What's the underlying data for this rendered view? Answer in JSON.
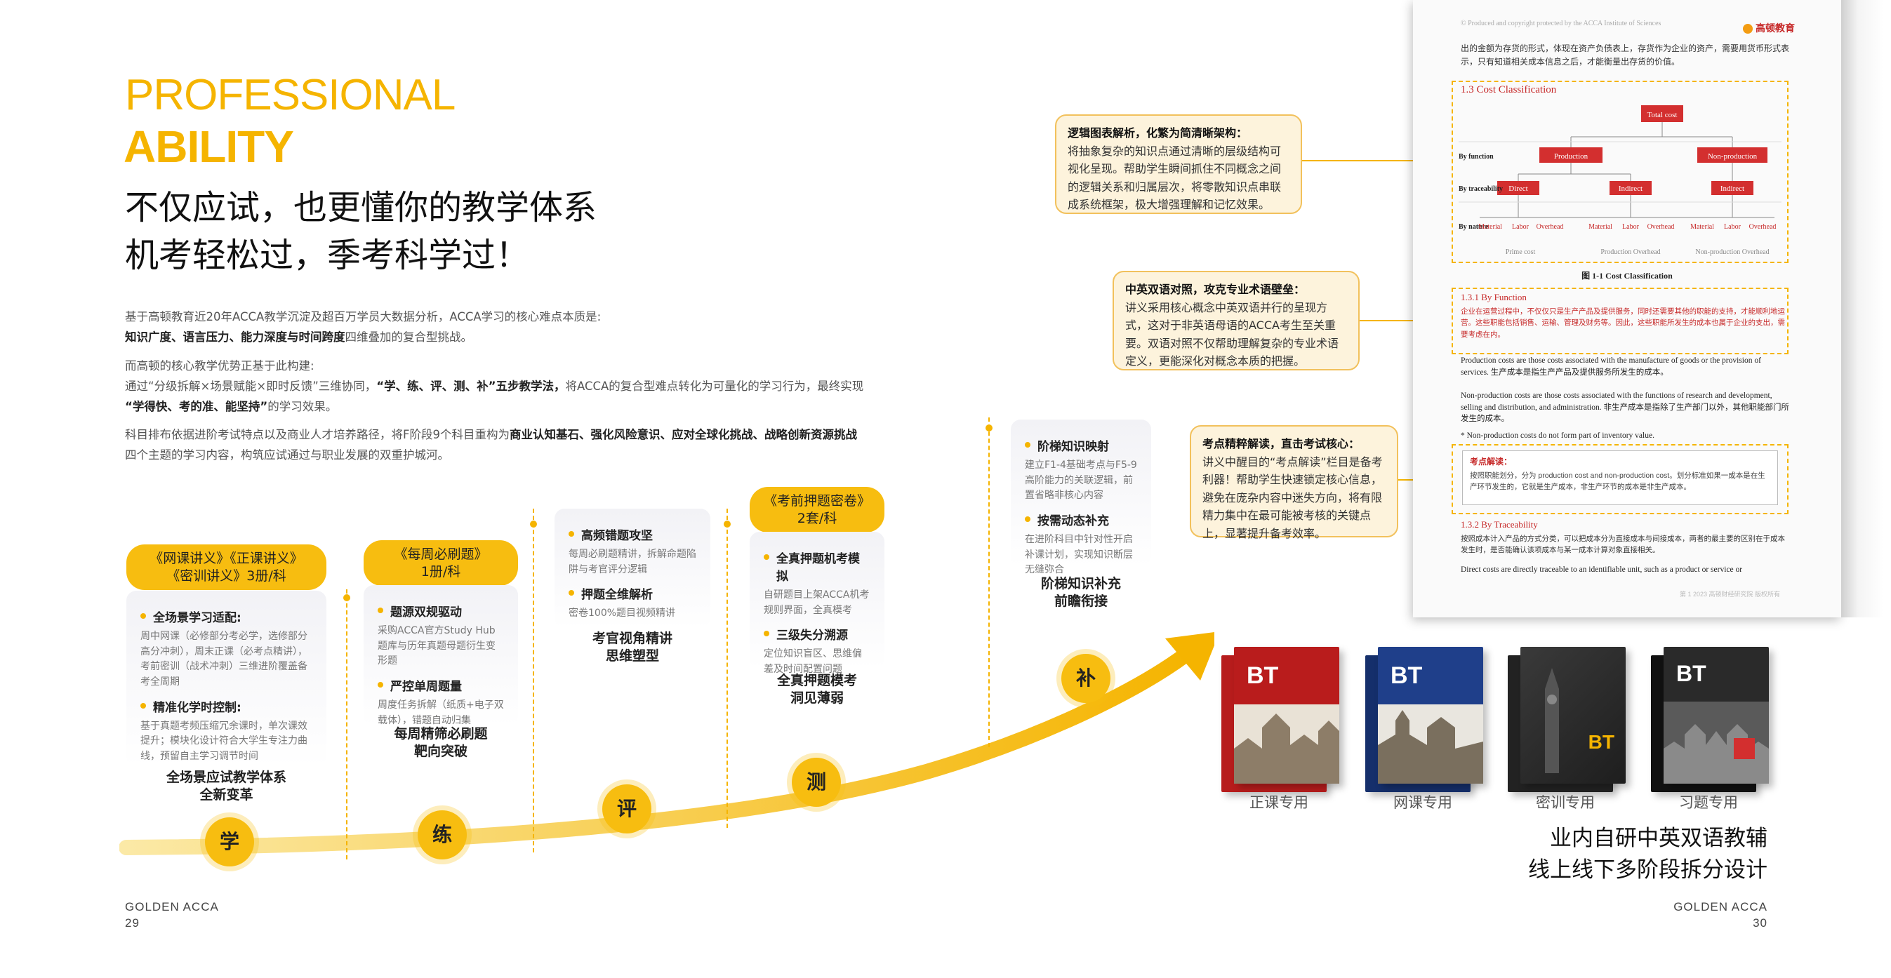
{
  "left": {
    "eyebrow_en_1": "PROFESSIONAL",
    "eyebrow_en_2": "ABILITY",
    "title_line_1": "不仅应试，也更懂你的教学体系",
    "title_line_2": "机考轻松过，季考科学过！",
    "p1_a": "基于高顿教育近20年ACCA教学沉淀及超百万学员大数据分析，ACCA学习的核心难点本质是:",
    "p1_b_bold": "知识广度、语言压力、能力深度与时间跨度",
    "p1_b_rest": "四维叠加的复合型挑战。",
    "p2_a": "而高顿的核心教学优势正基于此构建:",
    "p2_b_pre": "通过“分级拆解×场景赋能×即时反馈”三维协同，",
    "p2_b_bold": "“学、练、评、测、补”五步教学法，",
    "p2_b_rest": "将ACCA的复合型难点转化为可量化的学习行为，最终实现",
    "p2_c_bold": "“学得快、考的准、能坚持”",
    "p2_c_rest": "的学习效果。",
    "p3_a": "科目排布依据进阶考试特点以及商业人才培养路径，将F阶段9个科目重构为",
    "p3_a_bold": "商业认知基石、强化风险意识、应对全球化挑战、战略创新资源挑战",
    "p3_b": "四个主题的学习内容，构筑应试通过与职业发展的双重护城河。"
  },
  "steps": [
    {
      "circle": "学",
      "tag": [
        "《网课讲义》《正课讲义》",
        "《密训讲义》3册/科"
      ],
      "items": [
        {
          "title": "全场景学习适配:",
          "desc": "周中网课（必修部分考必学，选修部分高分冲刺），周末正课（必考点精讲），考前密训（战术冲刺）三维进阶覆盖备考全周期"
        },
        {
          "title": "精准化学时控制:",
          "desc": "基于真题考频压缩冗余课时，单次课效提升；模块化设计符合大学生专注力曲线，预留自主学习调节时间"
        }
      ],
      "caption": [
        "全场景应试教学体系",
        "全新变革"
      ]
    },
    {
      "circle": "练",
      "tag": [
        "《每周必刷题》",
        "1册/科"
      ],
      "items": [
        {
          "title": "题源双规驱动",
          "desc": "采购ACCA官方Study Hub题库与历年真题母题衍生变形题"
        },
        {
          "title": "严控单周题量",
          "desc": "周度任务拆解（纸质+电子双载体），错题自动归集"
        }
      ],
      "caption": [
        "每周精筛必刷题",
        "靶向突破"
      ]
    },
    {
      "circle": "评",
      "tag": [],
      "items": [
        {
          "title": "高频错题攻坚",
          "desc": "每周必刷题精讲，拆解命题陷阱与考官评分逻辑"
        },
        {
          "title": "押题全维解析",
          "desc": "密卷100%题目视频精讲"
        }
      ],
      "caption": [
        "考官视角精讲",
        "思维塑型"
      ]
    },
    {
      "circle": "测",
      "tag": [
        "《考前押题密卷》",
        "2套/科"
      ],
      "items": [
        {
          "title": "全真押题机考模拟",
          "desc": "自研题目上架ACCA机考规则界面，全真模考"
        },
        {
          "title": "三级失分溯源",
          "desc": "定位知识盲区、思维偏差及时间配置问题"
        }
      ],
      "caption": [
        "全真押题模考",
        "洞见薄弱"
      ]
    },
    {
      "circle": "补",
      "tag": [],
      "items": [
        {
          "title": "阶梯知识映射",
          "desc": "建立F1-4基础考点与F5-9高阶能力的关联逻辑，前置省略非核心内容"
        },
        {
          "title": "按需动态补充",
          "desc": "在进阶科目中针对性开启补课计划，实现知识断层无缝弥合"
        }
      ],
      "caption": [
        "阶梯知识补充",
        "前瞻衔接"
      ]
    }
  ],
  "callouts": [
    {
      "title": "逻辑图表解析，化繁为简清晰架构：",
      "body": "将抽象复杂的知识点通过清晰的层级结构可视化呈现。帮助学生瞬间抓住不同概念之间的逻辑关系和归属层次，将零散知识点串联成系统框架，极大增强理解和记忆效果。"
    },
    {
      "title": "中英双语对照，攻克专业术语壁垒：",
      "body": "讲义采用核心概念中英双语并行的呈现方式，这对于非英语母语的ACCA考生至关重要。双语对照不仅帮助理解复杂的专业术语定义，更能深化对概念本质的把握。"
    },
    {
      "title": "考点精粹解读，直击考试核心：",
      "body": "讲义中醒目的“考点解读”栏目是备考利器！帮助学生快速锁定核心信息，避免在庞杂内容中迷失方向，将有限精力集中在最可能被考核的关键点上，显著提升备考效率。"
    }
  ],
  "book_page": {
    "header": "© Produced and copyright protected by the ACCA Institute of Sciences",
    "brand": "高顿教育",
    "intro": "出的金额为存货的形式，体现在资产负债表上，存货作为企业的资产，需要用货币形式表示，只有知道相关成本信息之后，才能衡量出存货的价值。",
    "section": "1.3 Cost Classification",
    "diagram": {
      "root": "Total cost",
      "row_labels": [
        "By function",
        "By traceability",
        "By nature"
      ],
      "level2": [
        "Production",
        "Non-production"
      ],
      "level3": [
        "Direct",
        "Indirect",
        "Indirect"
      ],
      "nature": [
        "Material",
        "Labor",
        "Overhead",
        "Material",
        "Labor",
        "Overhead",
        "Material",
        "Labor",
        "Overhead"
      ],
      "bottom": [
        "Prime cost",
        "Production Overhead",
        "Non-production Overhead"
      ],
      "caption": "图 1-1 Cost Classification"
    },
    "sub1": "1.3.1 By Function",
    "sub1_cn": "企业在运营过程中，不仅仅只是生产产品及提供服务，同时还需要其他的职能的支持，才能顺利地运营。这些职能包括销售、运输、管理及财务等。因此，这些职能所发生的成本也属于企业的支出，需要考虑在内。",
    "prod_en": "Production costs are those costs associated with the manufacture of goods or the provision of services. 生产成本是指生产产品及提供服务所发生的成本。",
    "nonprod_en": "Non-production costs are those costs associated with the functions of research and development, selling and distribution, and administration. 非生产成本是指除了生产部门以外，其他职能部门所发生的成本。",
    "note_en": "* Non-production costs do not form part of inventory value.",
    "box_title": "考点解读：",
    "box_body": "按照职能划分，分为 production cost and non-production cost。划分标准如果一成本是在生产环节发生的，它就是生产成本，非生产环节的成本是非生产成本。",
    "sub2": "1.3.2 By Traceability",
    "sub2_cn": "按照成本计入产品的方式分类，可以把成本分为直接成本与间接成本，两者的最主要的区别在于成本发生时，是否能确认该项成本与某一成本计算对象直接相关。",
    "direct_en": "Direct costs are directly traceable to an identifiable unit, such as a product or service or",
    "footer": "第 1 2023 高顿财经研究院 版权所有"
  },
  "books": [
    {
      "label": "正课专用",
      "color": "#c62828",
      "brand": "BT",
      "dark": false
    },
    {
      "label": "网课专用",
      "color": "#1f3f8a",
      "brand": "BT",
      "dark": false
    },
    {
      "label": "密训专用",
      "color": "#333333",
      "brand": "BT",
      "dark": true
    },
    {
      "label": "习题专用",
      "color": "#1a1a1a",
      "brand": "BT",
      "dark": true
    }
  ],
  "right_slogan": [
    "业内自研中英双语教辅",
    "线上线下多阶段拆分设计"
  ],
  "footer": {
    "left_brand": "GOLDEN  ACCA",
    "left_page": "29",
    "right_brand": "GOLDEN  ACCA",
    "right_page": "30"
  },
  "colors": {
    "accent": "#f5b400",
    "callout_bg": "#fdf3dc",
    "book_red": "#d32f2f"
  }
}
